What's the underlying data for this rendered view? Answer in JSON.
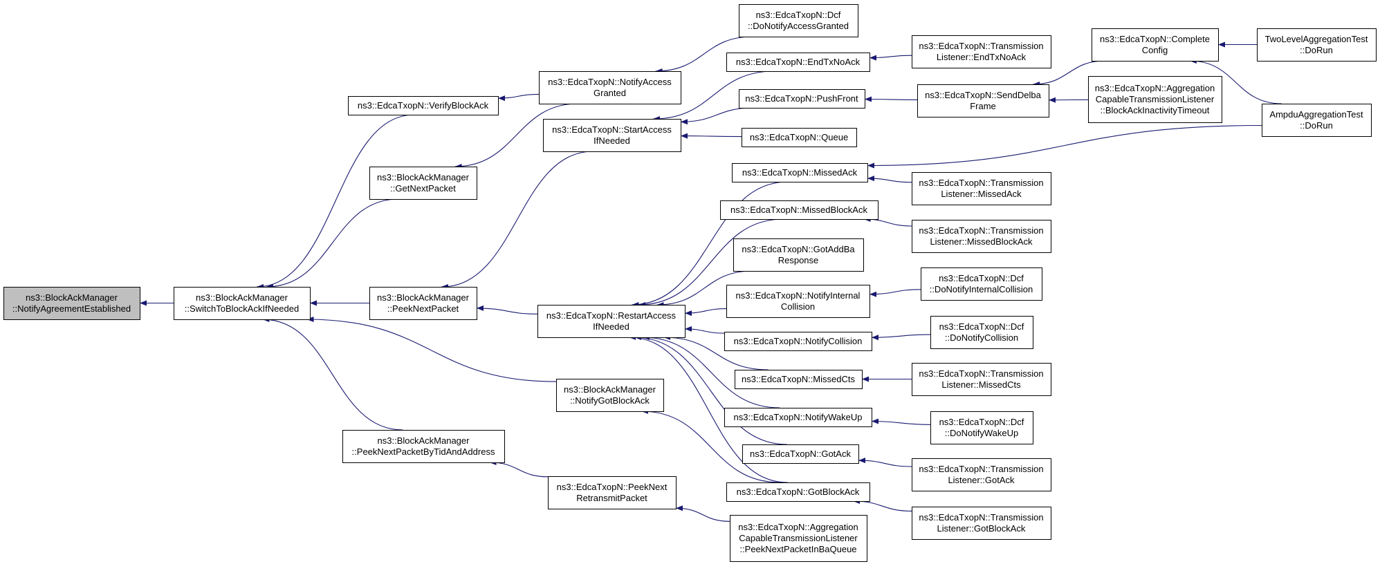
{
  "colors": {
    "edge": "#191970",
    "node_fill": "#ffffff",
    "node_stroke": "#000000",
    "root_fill": "#bfbfbf"
  },
  "nodes": [
    {
      "id": "root",
      "lines": [
        "ns3::BlockAckManager",
        "::NotifyAgreementEstablished"
      ],
      "highlight": true
    },
    {
      "id": "switch",
      "lines": [
        "ns3::BlockAckManager",
        "::SwitchToBlockAckIfNeeded"
      ]
    },
    {
      "id": "verifyba",
      "lines": [
        "ns3::EdcaTxopN::VerifyBlockAck"
      ]
    },
    {
      "id": "getnext",
      "lines": [
        "ns3::BlockAckManager",
        "::GetNextPacket"
      ]
    },
    {
      "id": "peeknext",
      "lines": [
        "ns3::BlockAckManager",
        "::PeekNextPacket"
      ]
    },
    {
      "id": "notifygotba",
      "lines": [
        "ns3::BlockAckManager",
        "::NotifyGotBlockAck"
      ]
    },
    {
      "id": "peektid",
      "lines": [
        "ns3::BlockAckManager",
        "::PeekNextPacketByTidAndAddress"
      ]
    },
    {
      "id": "notifyaccess",
      "lines": [
        "ns3::EdcaTxopN::NotifyAccess",
        "Granted"
      ]
    },
    {
      "id": "startaccess",
      "lines": [
        "ns3::EdcaTxopN::StartAccess",
        "IfNeeded"
      ]
    },
    {
      "id": "restartaccess",
      "lines": [
        "ns3::EdcaTxopN::RestartAccess",
        "IfNeeded"
      ]
    },
    {
      "id": "peekretx",
      "lines": [
        "ns3::EdcaTxopN::PeekNext",
        "RetransmitPacket"
      ]
    },
    {
      "id": "dcfaccess",
      "lines": [
        "ns3::EdcaTxopN::Dcf",
        "::DoNotifyAccessGranted"
      ]
    },
    {
      "id": "endtxnoack",
      "lines": [
        "ns3::EdcaTxopN::EndTxNoAck"
      ]
    },
    {
      "id": "pushfront",
      "lines": [
        "ns3::EdcaTxopN::PushFront"
      ]
    },
    {
      "id": "queue",
      "lines": [
        "ns3::EdcaTxopN::Queue"
      ]
    },
    {
      "id": "missedack",
      "lines": [
        "ns3::EdcaTxopN::MissedAck"
      ]
    },
    {
      "id": "missedblockack",
      "lines": [
        "ns3::EdcaTxopN::MissedBlockAck"
      ]
    },
    {
      "id": "gotaddba",
      "lines": [
        "ns3::EdcaTxopN::GotAddBa",
        "Response"
      ]
    },
    {
      "id": "notifyinternal",
      "lines": [
        "ns3::EdcaTxopN::NotifyInternal",
        "Collision"
      ]
    },
    {
      "id": "notifycollision",
      "lines": [
        "ns3::EdcaTxopN::NotifyCollision"
      ]
    },
    {
      "id": "missedcts",
      "lines": [
        "ns3::EdcaTxopN::MissedCts"
      ]
    },
    {
      "id": "notifywakeup",
      "lines": [
        "ns3::EdcaTxopN::NotifyWakeUp"
      ]
    },
    {
      "id": "gotack",
      "lines": [
        "ns3::EdcaTxopN::GotAck"
      ]
    },
    {
      "id": "gotblockack",
      "lines": [
        "ns3::EdcaTxopN::GotBlockAck"
      ]
    },
    {
      "id": "peekinba",
      "lines": [
        "ns3::EdcaTxopN::Aggregation",
        "CapableTransmissionListener",
        "::PeekNextPacketInBaQueue"
      ]
    },
    {
      "id": "tl_endtxnoack",
      "lines": [
        "ns3::EdcaTxopN::Transmission",
        "Listener::EndTxNoAck"
      ]
    },
    {
      "id": "senddelba",
      "lines": [
        "ns3::EdcaTxopN::SendDelba",
        "Frame"
      ]
    },
    {
      "id": "tl_missedack",
      "lines": [
        "ns3::EdcaTxopN::Transmission",
        "Listener::MissedAck"
      ]
    },
    {
      "id": "tl_missedblockack",
      "lines": [
        "ns3::EdcaTxopN::Transmission",
        "Listener::MissedBlockAck"
      ]
    },
    {
      "id": "dcf_internal",
      "lines": [
        "ns3::EdcaTxopN::Dcf",
        "::DoNotifyInternalCollision"
      ]
    },
    {
      "id": "dcf_collision",
      "lines": [
        "ns3::EdcaTxopN::Dcf",
        "::DoNotifyCollision"
      ]
    },
    {
      "id": "tl_missedcts",
      "lines": [
        "ns3::EdcaTxopN::Transmission",
        "Listener::MissedCts"
      ]
    },
    {
      "id": "dcf_wakeup",
      "lines": [
        "ns3::EdcaTxopN::Dcf",
        "::DoNotifyWakeUp"
      ]
    },
    {
      "id": "tl_gotack",
      "lines": [
        "ns3::EdcaTxopN::Transmission",
        "Listener::GotAck"
      ]
    },
    {
      "id": "tl_gotblockack",
      "lines": [
        "ns3::EdcaTxopN::Transmission",
        "Listener::GotBlockAck"
      ]
    },
    {
      "id": "completeconfig",
      "lines": [
        "ns3::EdcaTxopN::Complete",
        "Config"
      ]
    },
    {
      "id": "bainactivity",
      "lines": [
        "ns3::EdcaTxopN::Aggregation",
        "CapableTransmissionListener",
        "::BlockAckInactivityTimeout"
      ]
    },
    {
      "id": "twolevel",
      "lines": [
        "TwoLevelAggregationTest",
        "::DoRun"
      ]
    },
    {
      "id": "ampdu",
      "lines": [
        "AmpduAggregationTest",
        "::DoRun"
      ]
    }
  ],
  "edges": [
    {
      "from": "switch",
      "to": "root"
    },
    {
      "from": "verifyba",
      "to": "switch"
    },
    {
      "from": "getnext",
      "to": "switch"
    },
    {
      "from": "peeknext",
      "to": "switch"
    },
    {
      "from": "notifygotba",
      "to": "switch"
    },
    {
      "from": "peektid",
      "to": "switch"
    },
    {
      "from": "notifyaccess",
      "to": "verifyba"
    },
    {
      "from": "notifyaccess",
      "to": "getnext"
    },
    {
      "from": "startaccess",
      "to": "peeknext"
    },
    {
      "from": "restartaccess",
      "to": "peeknext"
    },
    {
      "from": "gotblockack",
      "to": "notifygotba"
    },
    {
      "from": "peekretx",
      "to": "peektid"
    },
    {
      "from": "peekinba",
      "to": "peekretx"
    },
    {
      "from": "dcfaccess",
      "to": "notifyaccess"
    },
    {
      "from": "endtxnoack",
      "to": "startaccess"
    },
    {
      "from": "pushfront",
      "to": "startaccess"
    },
    {
      "from": "queue",
      "to": "startaccess"
    },
    {
      "from": "missedack",
      "to": "restartaccess"
    },
    {
      "from": "missedblockack",
      "to": "restartaccess"
    },
    {
      "from": "gotaddba",
      "to": "restartaccess"
    },
    {
      "from": "notifyinternal",
      "to": "restartaccess"
    },
    {
      "from": "notifycollision",
      "to": "restartaccess"
    },
    {
      "from": "missedcts",
      "to": "restartaccess"
    },
    {
      "from": "notifywakeup",
      "to": "restartaccess"
    },
    {
      "from": "gotack",
      "to": "restartaccess"
    },
    {
      "from": "gotblockack",
      "to": "restartaccess"
    },
    {
      "from": "tl_endtxnoack",
      "to": "endtxnoack"
    },
    {
      "from": "senddelba",
      "to": "pushfront"
    },
    {
      "from": "ampdu",
      "to": "missedack"
    },
    {
      "from": "tl_missedack",
      "to": "missedack"
    },
    {
      "from": "tl_missedblockack",
      "to": "missedblockack"
    },
    {
      "from": "dcf_internal",
      "to": "notifyinternal"
    },
    {
      "from": "dcf_collision",
      "to": "notifycollision"
    },
    {
      "from": "tl_missedcts",
      "to": "missedcts"
    },
    {
      "from": "dcf_wakeup",
      "to": "notifywakeup"
    },
    {
      "from": "tl_gotack",
      "to": "gotack"
    },
    {
      "from": "tl_gotblockack",
      "to": "gotblockack"
    },
    {
      "from": "completeconfig",
      "to": "senddelba"
    },
    {
      "from": "bainactivity",
      "to": "senddelba"
    },
    {
      "from": "twolevel",
      "to": "completeconfig"
    },
    {
      "from": "ampdu",
      "to": "completeconfig"
    }
  ]
}
